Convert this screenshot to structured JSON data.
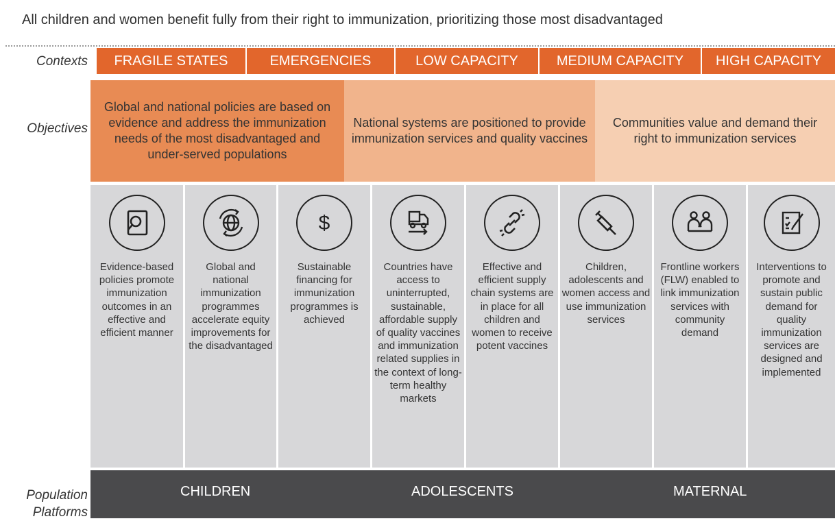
{
  "title": "All children and women benefit fully from their right to immunization, prioritizing those most disadvantaged",
  "row_labels": {
    "contexts": "Contexts",
    "objectives": "Objectives",
    "population_1": "Population",
    "population_2": "Platforms"
  },
  "contexts": [
    "FRAGILE STATES",
    "EMERGENCIES",
    "LOW CAPACITY",
    "MEDIUM CAPACITY",
    "HIGH CAPACITY"
  ],
  "objectives": [
    "Global and national policies are based on evidence and address the immunization needs of the most disadvantaged and under-served populations",
    "National systems are positioned to provide immunization services and quality vaccines",
    "Communities value and demand their right to immunization services"
  ],
  "outcomes": [
    {
      "icon": "document-magnifier-icon",
      "text": "Evidence-based policies promote immunization outcomes in an effective and efficient manner"
    },
    {
      "icon": "globe-arrows-icon",
      "text": "Global and national immunization programmes accelerate equity improvements for the disadvantaged"
    },
    {
      "icon": "dollar-icon",
      "text": "Sustainable financing for immunization programmes is achieved"
    },
    {
      "icon": "delivery-truck-icon",
      "text": "Countries have access to uninterrupted, sustainable, affordable supply of quality vaccines and immunization related supplies in the context of long-term healthy markets"
    },
    {
      "icon": "chain-link-icon",
      "text": "Effective and efficient supply chain systems are in place for all children and women to receive potent vaccines"
    },
    {
      "icon": "syringe-icon",
      "text": "Children, adolescents and women access and use immunization services"
    },
    {
      "icon": "people-handshake-icon",
      "text": "Frontline workers (FLW) enabled to link immunization services with community demand"
    },
    {
      "icon": "checklist-pen-icon",
      "text": "Interventions to promote and sustain public demand for quality immunization services are designed and implemented"
    }
  ],
  "platforms": [
    "CHILDREN",
    "ADOLESCENTS",
    "MATERNAL"
  ],
  "colors": {
    "context_bar": "#e2662c",
    "objective_1": "#e88b54",
    "objective_2": "#f1b48c",
    "objective_3": "#f6cfb2",
    "outcome_bg": "#d7d7d9",
    "platform_bar": "#4a4a4c"
  }
}
